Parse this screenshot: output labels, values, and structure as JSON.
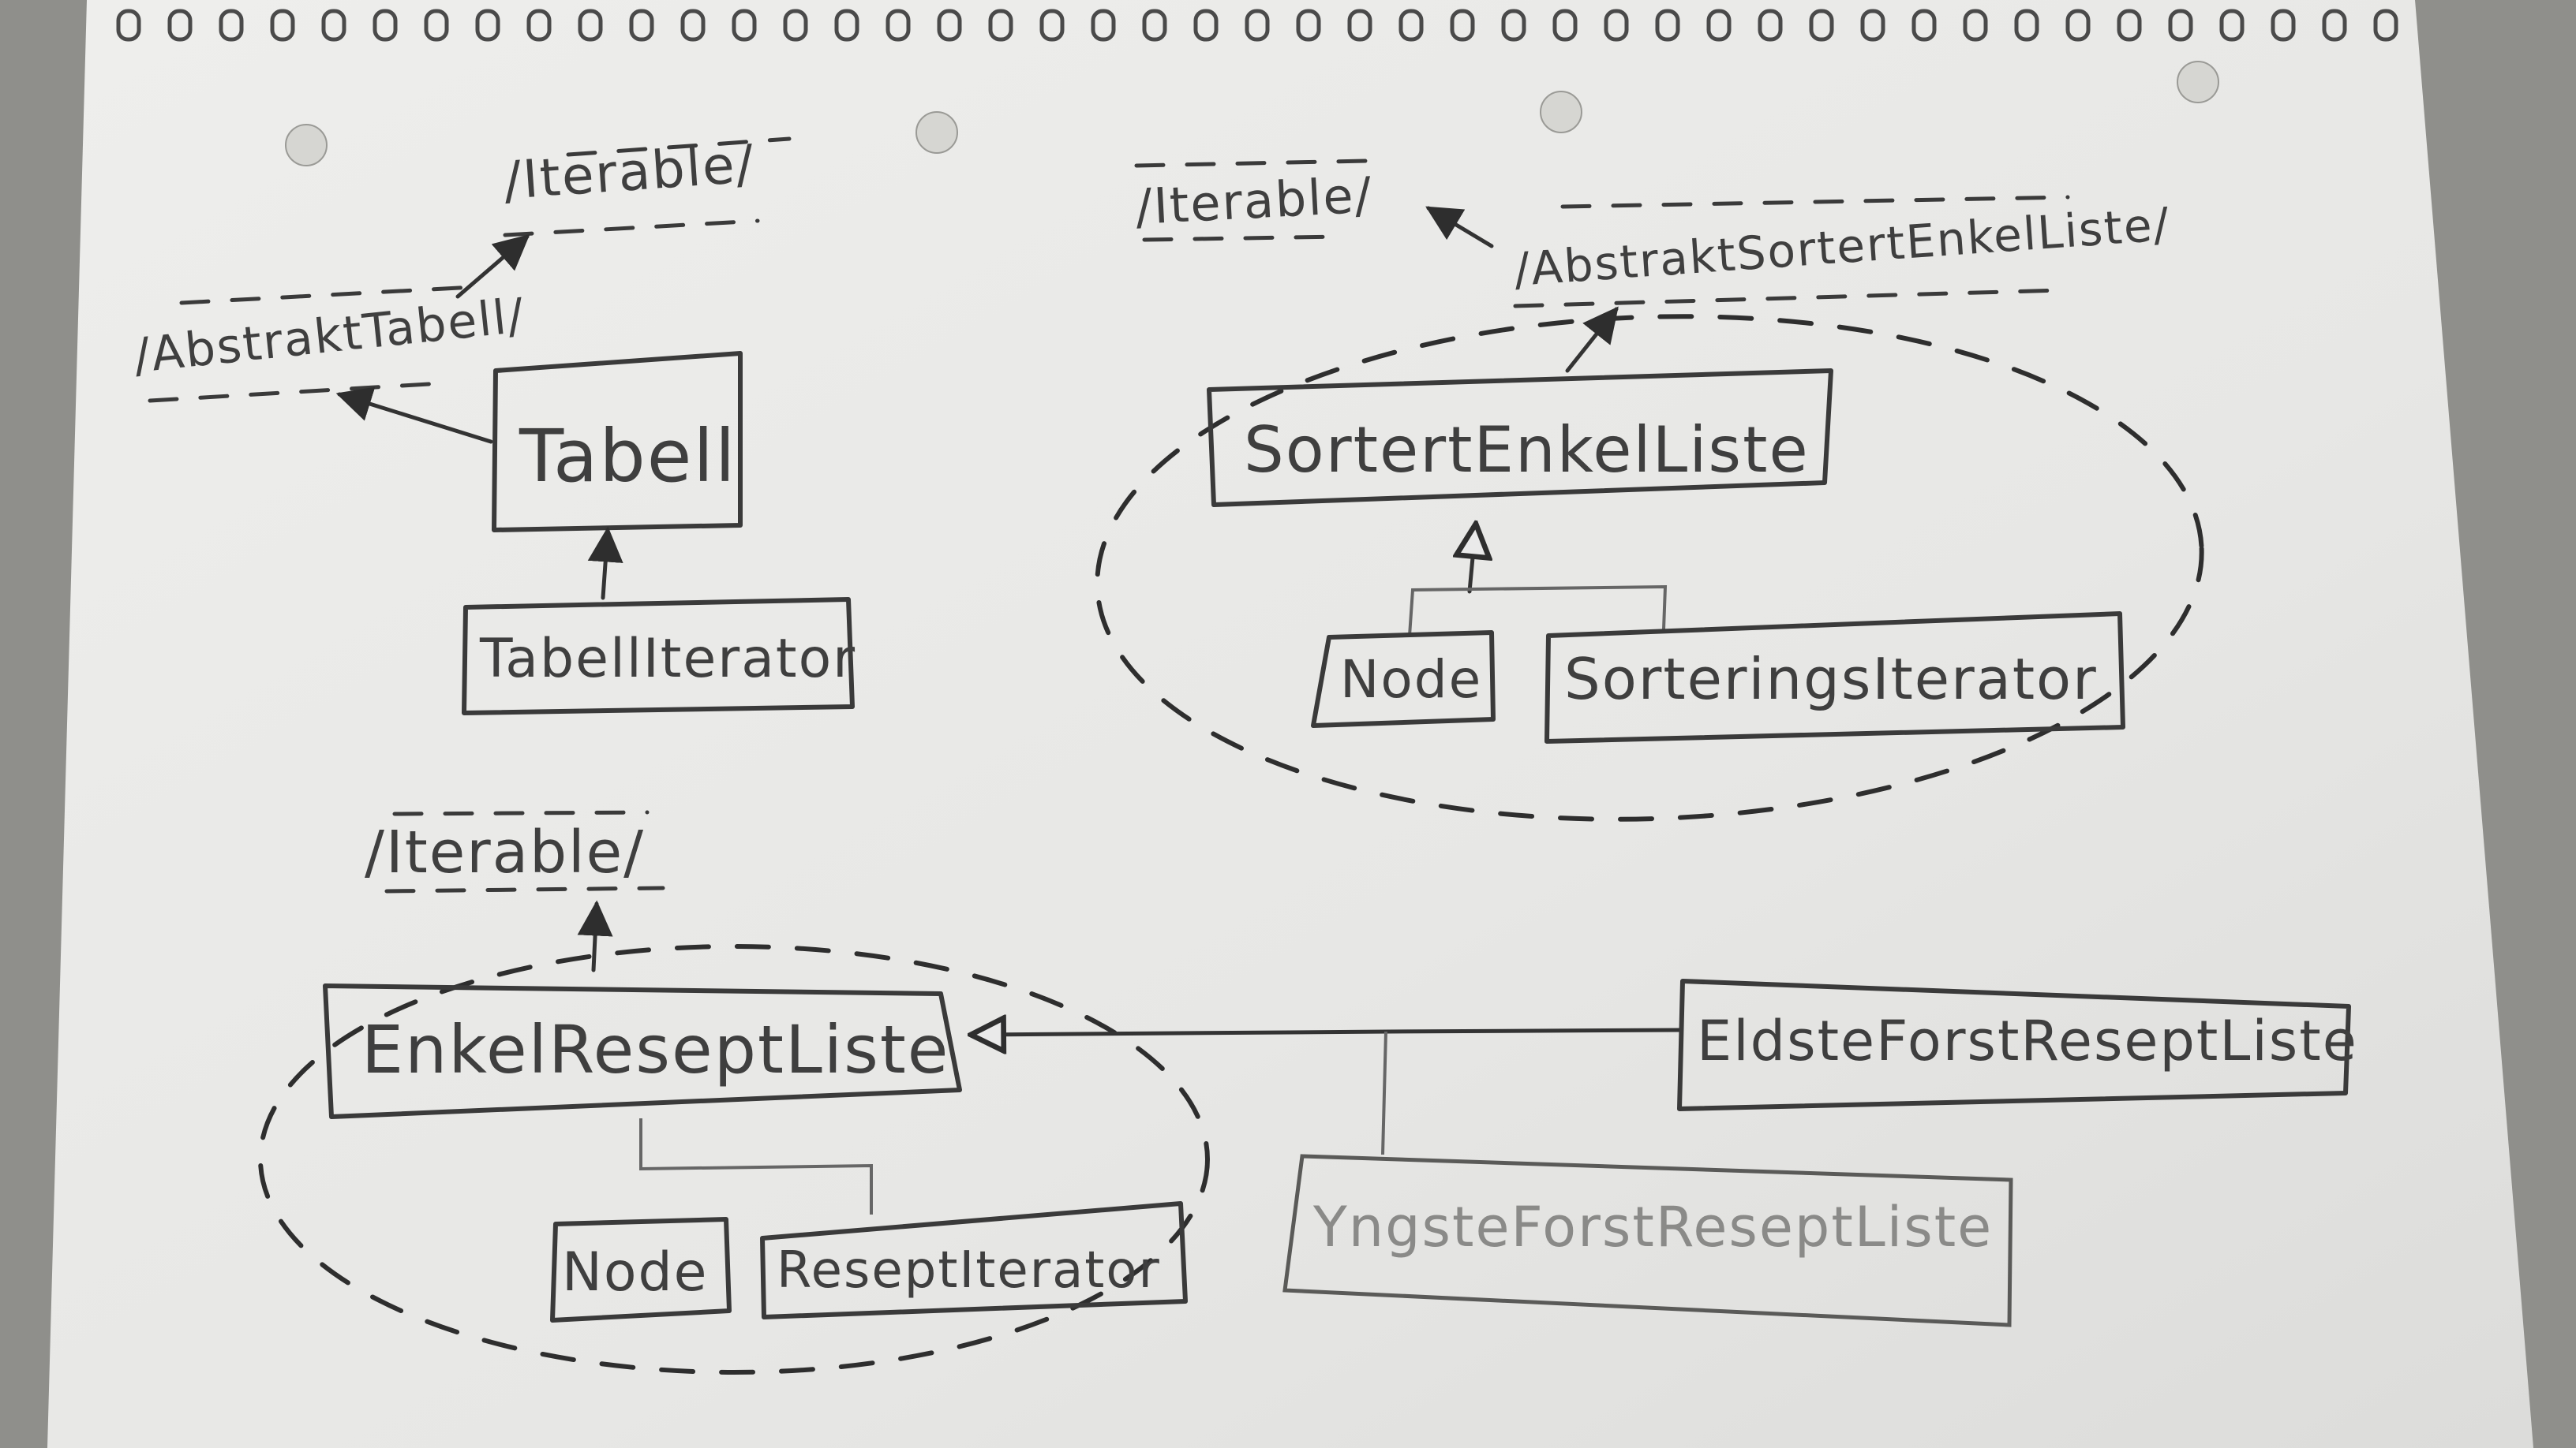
{
  "labels": {
    "iterable_1": "/Iterable/",
    "abstrakt_tabell": "/AbstraktTabell/",
    "tabell": "Tabell",
    "tabell_iterator": "TabellIterator",
    "iterable_2": "/Iterable/",
    "abstrakt_sortert_enkel_liste": "/AbstraktSortertEnkelListe/",
    "sortert_enkel_liste": "SortertEnkelListe",
    "node_1": "Node",
    "sorterings_iterator": "SorteringsIterator",
    "iterable_3": "/Iterable/",
    "enkel_resept_liste": "EnkelReseptListe",
    "node_2": "Node",
    "resept_iterator": "ReseptIterator",
    "eldste_forst_resept_liste": "EldsteForstReseptListe",
    "yngste_forst_resept_liste": "YngsteForstReseptListe"
  },
  "colors": {
    "paper": "#ececeb",
    "ink": "#3a3a3a",
    "background": "#8f8f8b"
  }
}
